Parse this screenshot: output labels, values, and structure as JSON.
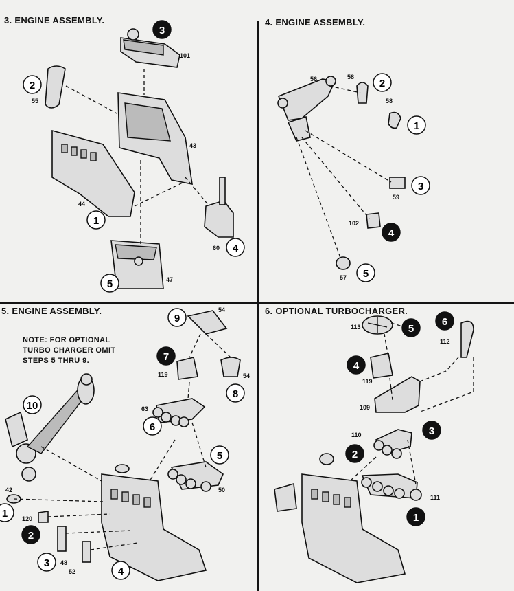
{
  "panels": [
    {
      "title": "3.   ENGINE ASSEMBLY."
    },
    {
      "title": "4.   ENGINE ASSEMBLY."
    },
    {
      "title": "5.   ENGINE ASSEMBLY."
    },
    {
      "title": "6.   OPTIONAL TURBOCHARGER."
    }
  ],
  "note": {
    "line1": "NOTE: FOR OPTIONAL",
    "line2": "TURBO CHARGER OMIT",
    "line3": "STEPS 5 THRU 9."
  },
  "panel3": {
    "step_circles": [
      "1",
      "2",
      "3",
      "4",
      "5"
    ],
    "part_numbers": [
      "101",
      "55",
      "43",
      "44",
      "60",
      "47"
    ]
  },
  "panel4": {
    "step_circles": [
      "1",
      "2",
      "3",
      "4",
      "5"
    ],
    "part_numbers": [
      "56",
      "58",
      "58",
      "59",
      "102",
      "57"
    ]
  },
  "panel5": {
    "step_circles": [
      "1",
      "2",
      "3",
      "4",
      "5",
      "6",
      "7",
      "8",
      "9",
      "10"
    ],
    "part_numbers": [
      "54",
      "119",
      "54",
      "63",
      "50",
      "42",
      "120",
      "48",
      "52"
    ]
  },
  "panel6": {
    "step_circles": [
      "1",
      "2",
      "3",
      "4",
      "5",
      "6"
    ],
    "part_numbers": [
      "113",
      "112",
      "119",
      "109",
      "110",
      "111"
    ]
  }
}
